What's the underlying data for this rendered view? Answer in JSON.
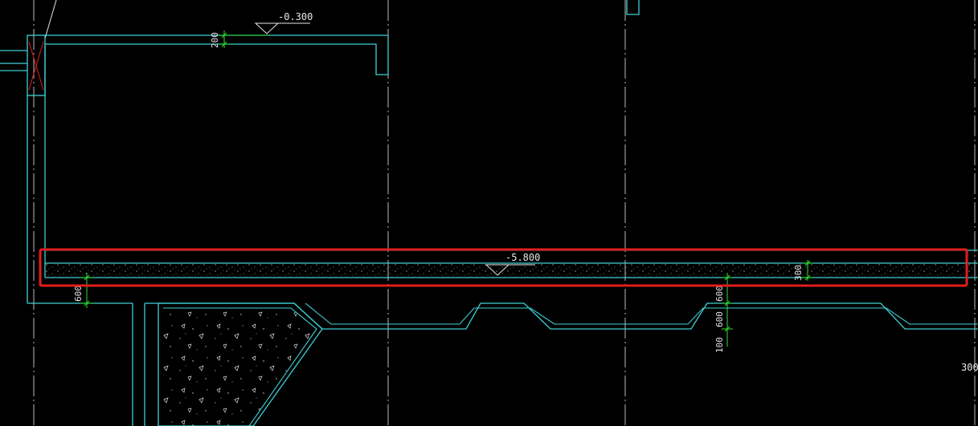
{
  "drawing": {
    "elevation_top": "-0.300",
    "elevation_slab": "-5.800",
    "dim_wall_top": "200",
    "dim_slab": "300",
    "dim_left_600": "600",
    "dim_right_600a": "600",
    "dim_right_600b": "600",
    "dim_right_100": "100",
    "dim_edge_300": "300"
  },
  "colors": {
    "background": "#000000",
    "outline": "#3fd0d4",
    "dimension": "#2fe02f",
    "axis": "#cfcfcf",
    "highlight": "#e11d1d"
  }
}
